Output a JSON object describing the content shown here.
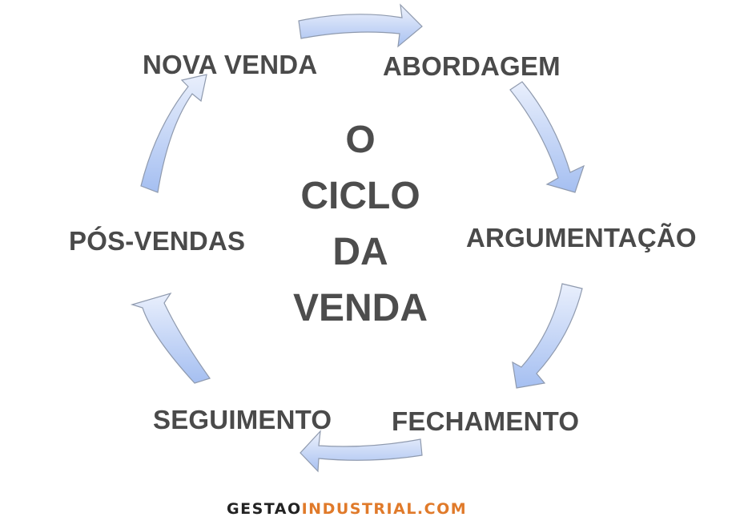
{
  "diagram": {
    "title_lines": [
      "O",
      "CICLO",
      "DA",
      "VENDA"
    ],
    "stages": [
      {
        "id": "abordagem",
        "label": "ABORDAGEM"
      },
      {
        "id": "argumentacao",
        "label": "ARGUMENTAÇÃO"
      },
      {
        "id": "fechamento",
        "label": "FECHAMENTO"
      },
      {
        "id": "seguimento",
        "label": "SEGUIMENTO"
      },
      {
        "id": "pos-vendas",
        "label": "PÓS-VENDAS"
      },
      {
        "id": "nova-venda",
        "label": "NOVA VENDA"
      }
    ],
    "arrow_fill_top": "#e8eefb",
    "arrow_fill_bottom": "#a9c2f2",
    "arrow_stroke": "#8f9aae",
    "text_color": "#4a4a4a"
  },
  "footer": {
    "brand_part1": "GESTAO",
    "brand_part2": "INDUSTRIAL.COM",
    "brand_color1": "#222222",
    "brand_color2": "#e07a2a"
  }
}
